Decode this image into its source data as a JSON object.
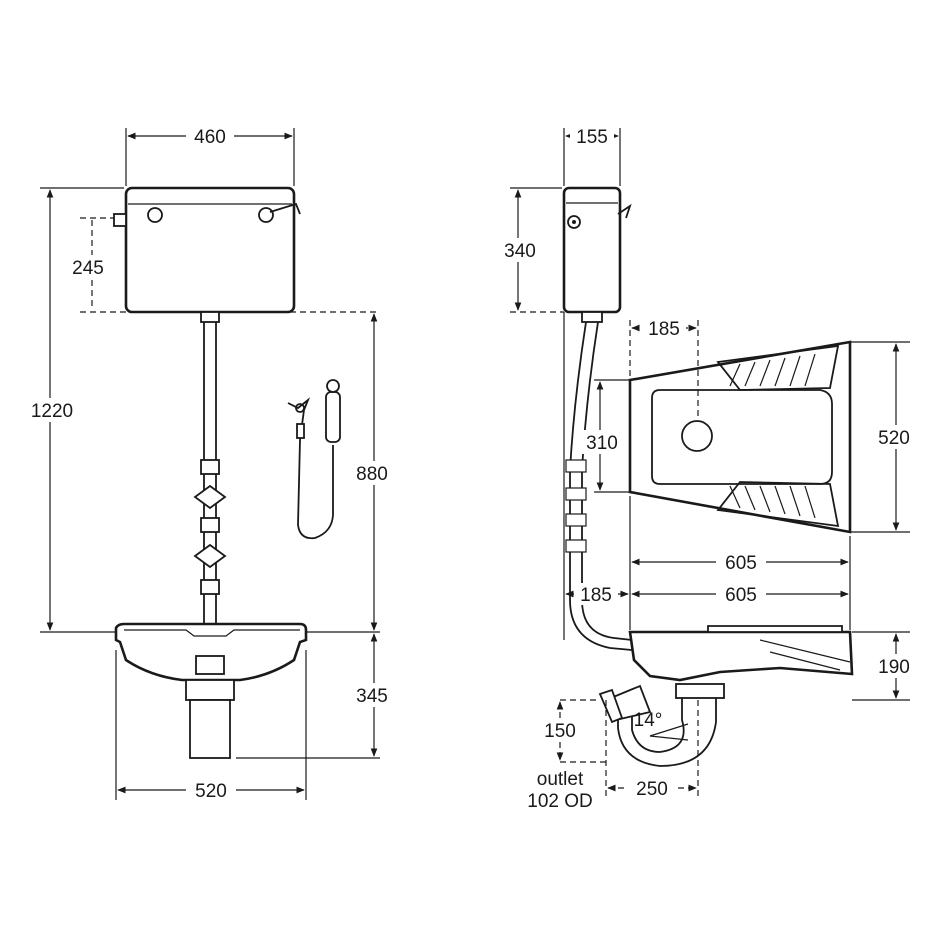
{
  "front_view": {
    "cistern_width": "460",
    "inlet_height": "245",
    "overall_height": "1220",
    "pipe_length": "880",
    "pan_height": "345",
    "pan_width": "520"
  },
  "side_view": {
    "cistern_depth": "155",
    "cistern_height": "340",
    "outlet_offset": "185",
    "pan_hole_spacing": "310",
    "pan_width": "520",
    "pan_length_top": "605",
    "pan_offset": "185",
    "pan_length_side": "605",
    "pan_depth": "190",
    "outlet_drop": "150",
    "outlet_angle": "14°",
    "outlet_label_line1": "outlet",
    "outlet_label_line2": "102 OD",
    "outlet_distance": "250"
  }
}
